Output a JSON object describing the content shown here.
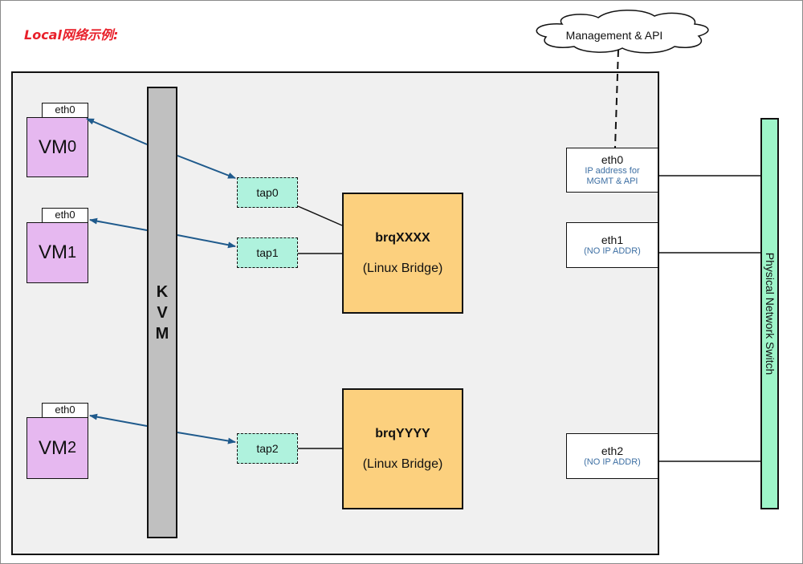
{
  "title": "Local网络示例:",
  "cloud": {
    "label": "Management & API"
  },
  "hypervisor": {
    "letters": [
      "K",
      "V",
      "M"
    ]
  },
  "vms": [
    {
      "name": "VM",
      "index": "0",
      "nic": "eth0",
      "tap": "tap0",
      "bridge": "brqXXXX"
    },
    {
      "name": "VM",
      "index": "1",
      "nic": "eth0",
      "tap": "tap1",
      "bridge": "brqXXXX"
    },
    {
      "name": "VM",
      "index": "2",
      "nic": "eth0",
      "tap": "tap2",
      "bridge": "brqYYYY"
    }
  ],
  "taps": [
    "tap0",
    "tap1",
    "tap2"
  ],
  "bridges": [
    {
      "name": "brqXXXX",
      "type": "(Linux Bridge)"
    },
    {
      "name": "brqYYYY",
      "type": "(Linux Bridge)"
    }
  ],
  "host_nics": [
    {
      "name": "eth0",
      "desc_line1": "IP address for",
      "desc_line2": "MGMT & API"
    },
    {
      "name": "eth1",
      "desc_line1": "(NO IP ADDR)"
    },
    {
      "name": "eth2",
      "desc_line1": "(NO IP ADDR)"
    }
  ],
  "switch": {
    "label": "Physical Network Switch"
  },
  "colors": {
    "title": "#e8212b",
    "vm": "#e6b8f0",
    "kvm": "#c0c0c0",
    "tap": "#aff2dd",
    "bridge": "#fcd07e",
    "switch": "#9ef5c9",
    "nic_desc": "#3d6fa3",
    "arrow": "#1f5a8c"
  }
}
